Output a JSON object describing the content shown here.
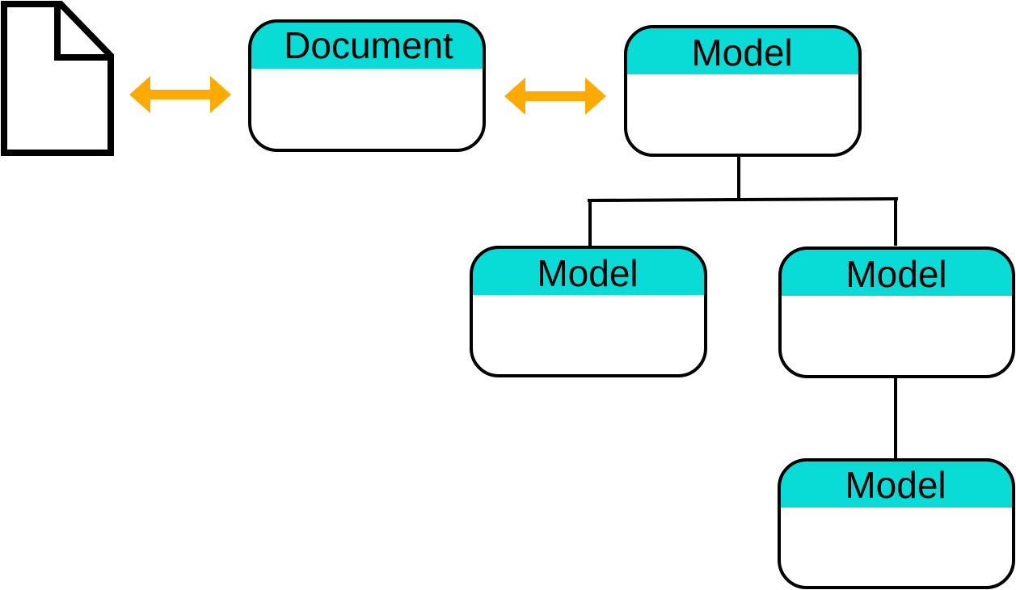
{
  "colors": {
    "header_fill": "#09DCD6",
    "arrow": "#FFAA00",
    "stroke": "#000000",
    "box_fill": "#FFFFFF"
  },
  "file_icon": {
    "icon": "document-file-icon"
  },
  "nodes": {
    "document": {
      "label": "Document"
    },
    "model_root": {
      "label": "Model"
    },
    "model_left": {
      "label": "Model"
    },
    "model_right": {
      "label": "Model"
    },
    "model_bottom": {
      "label": "Model"
    }
  },
  "connections": [
    {
      "from": "file",
      "to": "document",
      "type": "bidirectional-arrow"
    },
    {
      "from": "document",
      "to": "model_root",
      "type": "bidirectional-arrow"
    },
    {
      "from": "model_root",
      "to": "model_left",
      "type": "line"
    },
    {
      "from": "model_root",
      "to": "model_right",
      "type": "line"
    },
    {
      "from": "model_right",
      "to": "model_bottom",
      "type": "line"
    }
  ]
}
